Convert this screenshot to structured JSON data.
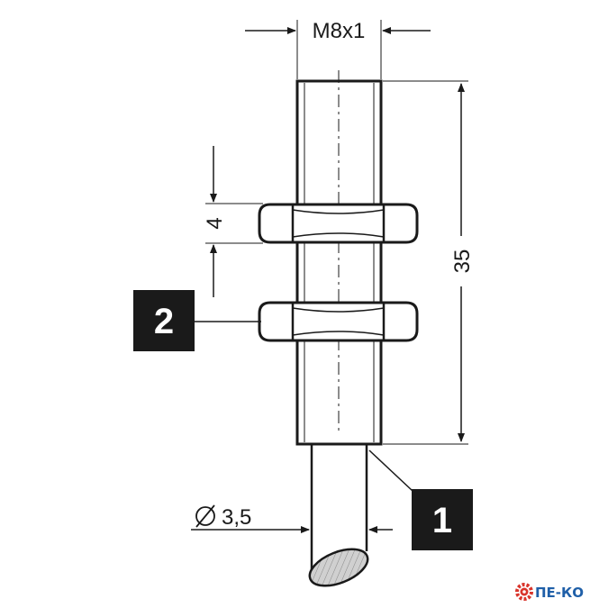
{
  "dimensions": {
    "thread": "M8x1",
    "length": "35",
    "nut_height": "4",
    "cable_diameter": "3,5"
  },
  "callouts": {
    "sensor_body": "1",
    "nut": "2"
  },
  "logo": {
    "text": "ПЕ-КО",
    "color": "#1f5fa8",
    "gear_color": "#d9342b"
  },
  "colors": {
    "line": "#1a1a1a",
    "callout_box": "#1a1a1a",
    "hatch_fill": "#d0d0d0"
  }
}
